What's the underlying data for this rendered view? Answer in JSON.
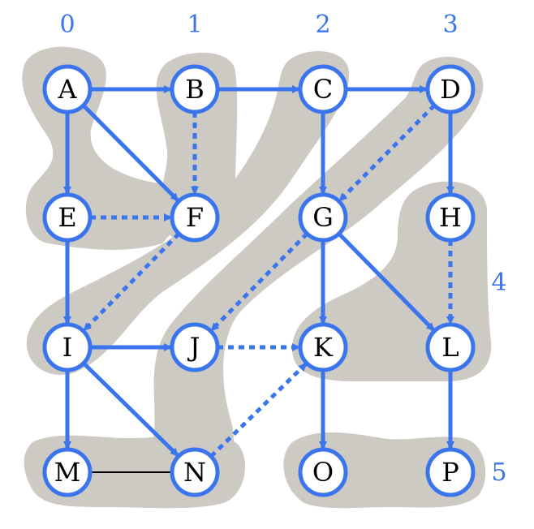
{
  "colors": {
    "edge": "#3a75ee",
    "node_stroke": "#3a75ee",
    "node_fill": "#ffffff",
    "region": "#cdcac4",
    "label": "#3a75ee",
    "plain_edge": "#000000"
  },
  "labels": {
    "col0": "0",
    "col1": "1",
    "col2": "2",
    "col3": "3",
    "side4": "4",
    "side5": "5"
  },
  "nodes": {
    "A": "A",
    "B": "B",
    "C": "C",
    "D": "D",
    "E": "E",
    "F": "F",
    "G": "G",
    "H": "H",
    "I": "I",
    "J": "J",
    "K": "K",
    "L": "L",
    "M": "M",
    "N": "N",
    "O": "O",
    "P": "P"
  },
  "edges": [
    {
      "from": "A",
      "to": "B",
      "style": "solid"
    },
    {
      "from": "B",
      "to": "C",
      "style": "solid"
    },
    {
      "from": "C",
      "to": "D",
      "style": "solid"
    },
    {
      "from": "A",
      "to": "E",
      "style": "solid"
    },
    {
      "from": "A",
      "to": "F",
      "style": "solid"
    },
    {
      "from": "B",
      "to": "F",
      "style": "dotted"
    },
    {
      "from": "E",
      "to": "F",
      "style": "dotted"
    },
    {
      "from": "C",
      "to": "G",
      "style": "solid"
    },
    {
      "from": "D",
      "to": "G",
      "style": "dotted"
    },
    {
      "from": "D",
      "to": "H",
      "style": "solid"
    },
    {
      "from": "E",
      "to": "I",
      "style": "solid"
    },
    {
      "from": "F",
      "to": "I",
      "style": "dotted"
    },
    {
      "from": "G",
      "to": "J",
      "style": "dotted"
    },
    {
      "from": "G",
      "to": "K",
      "style": "solid"
    },
    {
      "from": "G",
      "to": "L",
      "style": "solid"
    },
    {
      "from": "H",
      "to": "L",
      "style": "dotted"
    },
    {
      "from": "I",
      "to": "J",
      "style": "solid"
    },
    {
      "from": "J",
      "to": "K",
      "style": "dotted"
    },
    {
      "from": "I",
      "to": "M",
      "style": "solid"
    },
    {
      "from": "I",
      "to": "N",
      "style": "solid"
    },
    {
      "from": "N",
      "to": "K",
      "style": "dotted"
    },
    {
      "from": "K",
      "to": "O",
      "style": "solid"
    },
    {
      "from": "L",
      "to": "P",
      "style": "solid"
    },
    {
      "from": "M",
      "to": "N",
      "style": "plain"
    }
  ]
}
